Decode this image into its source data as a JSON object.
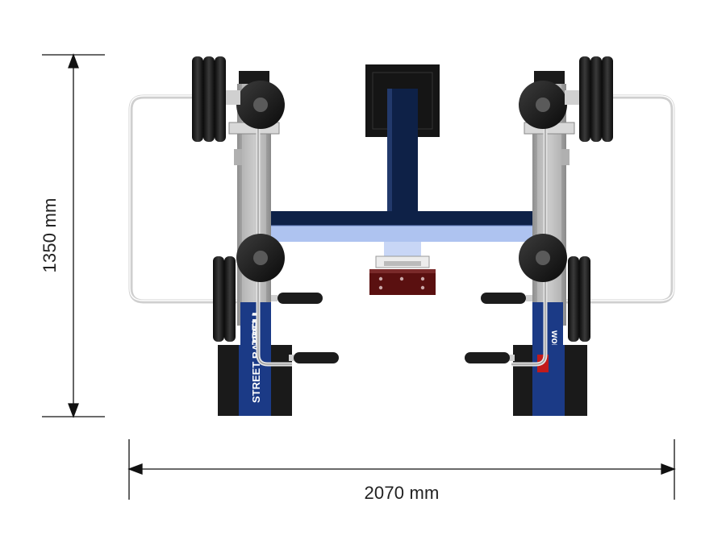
{
  "dimensions": {
    "height_label": "1350 mm",
    "width_label": "2070 mm"
  },
  "brand": {
    "left_panel_text": "STREET BARBELL",
    "right_panel_text": "workout"
  },
  "colors": {
    "frame_navy": "#0e2147",
    "frame_light_blue": "#aec3f0",
    "metal_gray": "#b9b9b9",
    "rubber_black": "#1a1a1a",
    "plate_red": "#5a1010"
  }
}
